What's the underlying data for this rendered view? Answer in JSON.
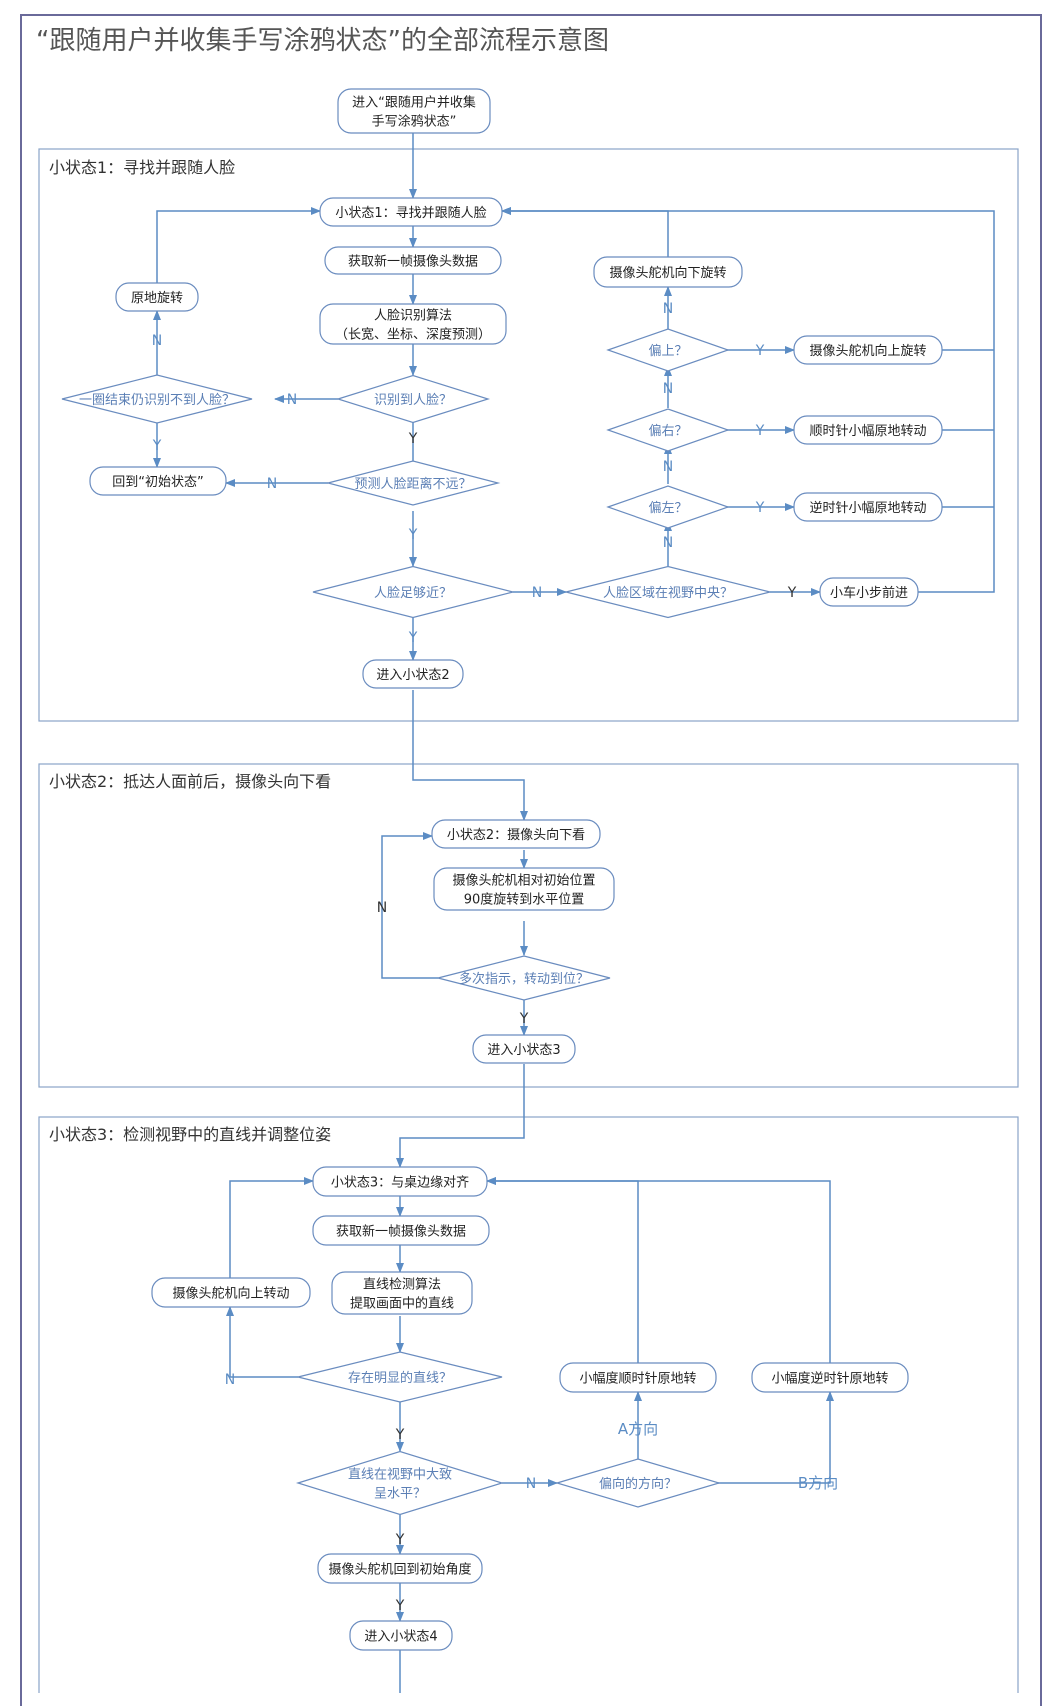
{
  "title": "“跟随用户并收集手写涂鸦状态”的全部流程示意图",
  "sections": {
    "s1": "小状态1：寻找并跟随人脸",
    "s2": "小状态2：抵达人面前后，摄像头向下看",
    "s3": "小状态3：检测视野中的直线并调整位姿"
  },
  "nodes": {
    "enter_1": "进入“跟随用户并收集",
    "enter_2": "手写涂鸦状态”",
    "s1_start": "小状态1：寻找并跟随人脸",
    "get_frame_1": "获取新一帧摄像头数据",
    "face_algo_1": "人脸识别算法",
    "face_algo_2": "（长宽、坐标、深度预测）",
    "face_found": "识别到人脸？",
    "loop_done_1": "一圈结束仍识别不到人脸？",
    "rotate_place": "原地旋转",
    "back_init": "回到“初始状态”",
    "predict_near": "预测人脸距离不远？",
    "face_close": "人脸足够近？",
    "face_center": "人脸区域在视野中央？",
    "car_forward": "小车小步前进",
    "bias_left": "偏左？",
    "bias_right": "偏右？",
    "bias_up": "偏上？",
    "ccw_small": "逆时针小幅原地转动",
    "cw_small": "顺时针小幅原地转动",
    "servo_up_rot": "摄像头舵机向上旋转",
    "servo_down_rot": "摄像头舵机向下旋转",
    "enter_s2": "进入小状态2",
    "s2_start": "小状态2：摄像头向下看",
    "servo_90_1": "摄像头舵机相对初始位置",
    "servo_90_2": "90度旋转到水平位置",
    "multi_check": "多次指示，转动到位？",
    "enter_s3": "进入小状态3",
    "s3_start": "小状态3：与桌边缘对齐",
    "get_frame_3": "获取新一帧摄像头数据",
    "line_algo_1": "直线检测算法",
    "line_algo_2": "提取画面中的直线",
    "line_exists": "存在明显的直线？",
    "servo_up_turn": "摄像头舵机向上转动",
    "line_horiz_1": "直线在视野中大致",
    "line_horiz_2": "呈水平？",
    "bias_dir": "偏向的方向？",
    "cw_place": "小幅度顺时针原地转",
    "ccw_place": "小幅度逆时针原地转",
    "dir_a": "A方向",
    "dir_b": "B方向",
    "servo_back": "摄像头舵机回到初始角度",
    "enter_s4": "进入小状态4"
  },
  "labels": {
    "yes": "Y",
    "no": "N"
  },
  "colors": {
    "line": "#5b8cc4",
    "box": "#6a8cbf",
    "frame": "#6a6a9a",
    "diamond_text": "#5b7fb5"
  }
}
